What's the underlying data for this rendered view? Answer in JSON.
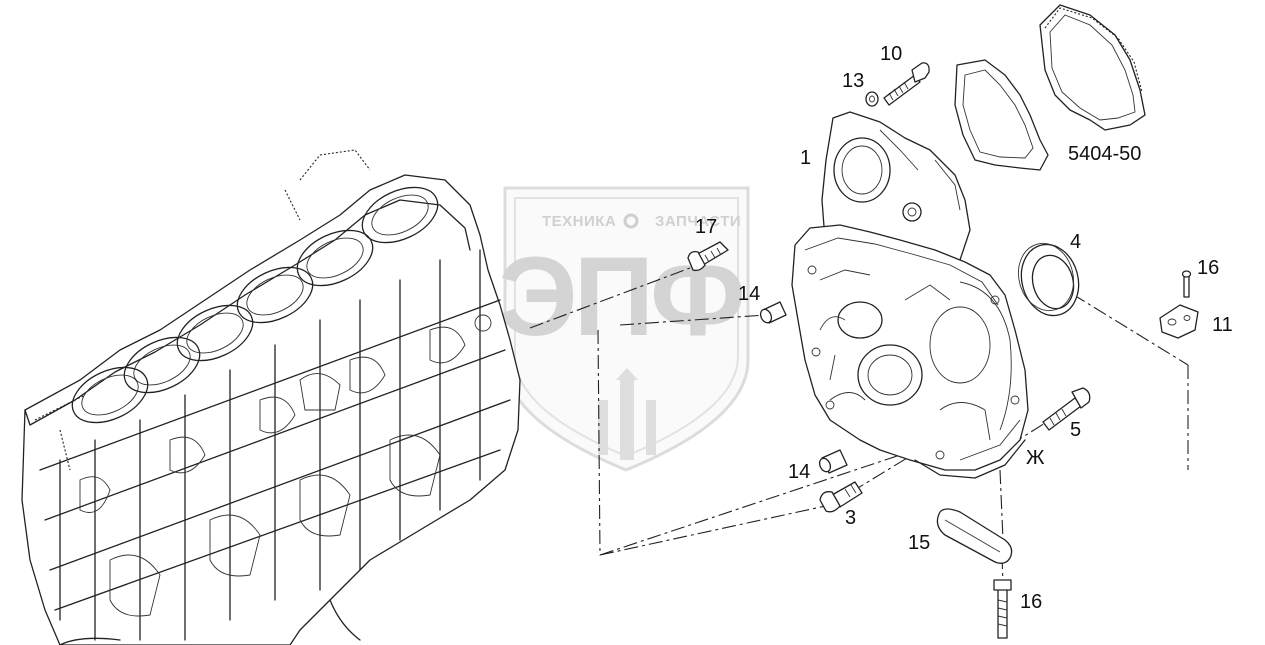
{
  "diagram_code": "5404-50",
  "watermark": {
    "top_text_left": "ТЕХНИКА",
    "top_text_right": "ЗАПЧАСТИ",
    "logo_letters": "ЭПФ",
    "color": "#d4d4d4"
  },
  "callouts": {
    "p1": "1",
    "p3": "3",
    "p4": "4",
    "p5": "5",
    "p10": "10",
    "p11": "11",
    "p13": "13",
    "p14a": "14",
    "p14b": "14",
    "p15": "15",
    "p16a": "16",
    "p16b": "16",
    "p17": "17",
    "marker": "Ж"
  }
}
